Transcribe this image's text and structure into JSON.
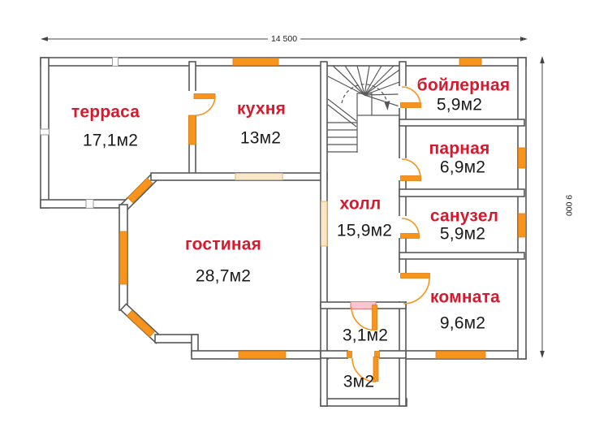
{
  "plan": {
    "dimensions": {
      "width_label": "14 500",
      "height_label": "9 000"
    },
    "rooms": [
      {
        "name": "терраса",
        "area": "17,1м2"
      },
      {
        "name": "кухня",
        "area": "13м2"
      },
      {
        "name": "бойлерная",
        "area": "5,9м2"
      },
      {
        "name": "парная",
        "area": "6,9м2"
      },
      {
        "name": "санузел",
        "area": "5,9м2"
      },
      {
        "name": "холл",
        "area": "15,9м2"
      },
      {
        "name": "гостиная",
        "area": "28,7м2"
      },
      {
        "name": "комната",
        "area": "9,6м2"
      },
      {
        "name": "",
        "area": "3,1м2"
      },
      {
        "name": "",
        "area": "3м2"
      }
    ],
    "colors": {
      "window_orange": "#F7941E",
      "window_light": "#FAE7C8",
      "door_pink": "#F7C6CE",
      "room_name_red": "#D9182D",
      "wall_gray": "#58585A"
    }
  }
}
